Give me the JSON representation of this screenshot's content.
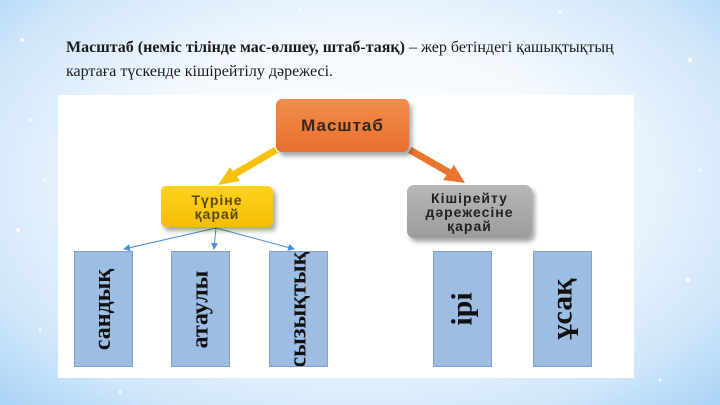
{
  "heading": {
    "term": "Масштаб (неміс тілінде мас-өлшеу, штаб-таяқ)",
    "definition": " – жер бетіндегі қашықтықтың картаға түскенде кішірейтілу дәрежесі."
  },
  "diagram": {
    "root": "Масштаб",
    "branch_left": "Түріне\nқарай",
    "branch_right": "Кішірейту\nдәрежесіне\nқарай",
    "left_leaves": [
      "сандық",
      "атаулы",
      "сызықтық"
    ],
    "right_leaves": [
      "ірі",
      "ұсақ"
    ]
  },
  "colors": {
    "root": "#e9752f",
    "branch_left": "#f7c20c",
    "branch_right": "#a8a8a8",
    "leaf": "#9dbde3",
    "connector": "#4a8fd6"
  }
}
